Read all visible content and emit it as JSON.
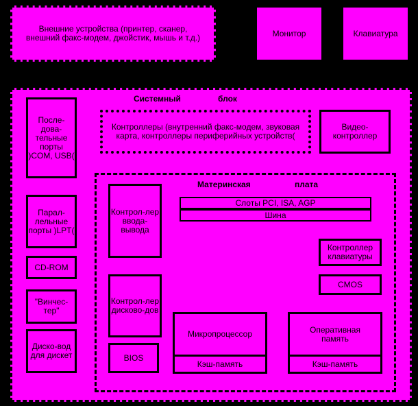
{
  "colors": {
    "background": "#000000",
    "block": "#ff00ff",
    "line": "#000000"
  },
  "top": {
    "external_devices": "Внешние устройства (принтер, сканер, внешний факс-модем, джойстик, мышь и т.д.)",
    "monitor": "Монитор",
    "keyboard": "Клавиатура"
  },
  "system_block": {
    "title_left": "Системный",
    "title_right": "блок",
    "serial_ports": "После-дова-тельные порты )COM, USB(",
    "parallel_ports": "Парал-лельные порты )LPT(",
    "cd_rom": "CD-ROM",
    "hdd": "\"Винчес-тер\"",
    "fdd": "Диско-вод для дискет",
    "controllers": "Контроллеры (внутренний факс-модем, звуковая карта, контроллеры периферийных устройств(",
    "video_controller": "Видео-контроллер"
  },
  "motherboard": {
    "title_left": "Материнская",
    "title_right": "плата",
    "slots": "Слоты PCI, ISA, AGP",
    "bus": "Шина",
    "io_controller": "Контрол-лер ввода-вывода",
    "keyboard_controller": "Контроллер клавиатуры",
    "cmos": "CMOS",
    "disk_controller": "Контрол-лер дисково-дов",
    "cpu": "Микропроцессор",
    "cpu_cache": "Кэш-память",
    "ram": "Оперативная память",
    "ram_cache": "Кэш-память",
    "bios": "BIOS"
  }
}
